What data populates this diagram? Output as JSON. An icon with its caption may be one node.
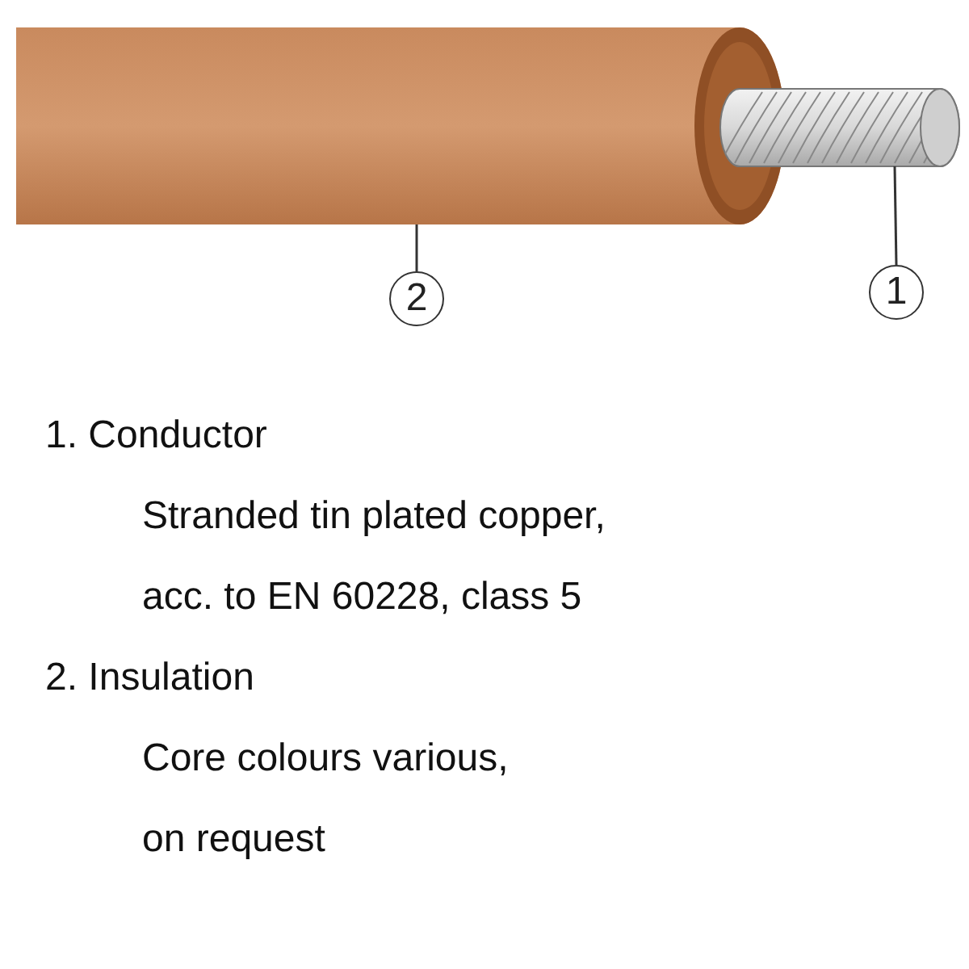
{
  "diagram": {
    "nodes": [
      {
        "text": [],
        "shape": "cylinder"
      },
      {
        "text": [],
        "shape": "cylinder"
      },
      {
        "text": [
          "2"
        ]
      },
      {
        "text": [
          "1"
        ]
      }
    ],
    "edges": [
      {
        "from": 2,
        "to": 0,
        "arrow": "none"
      },
      {
        "from": 3,
        "to": 1,
        "arrow": "none"
      }
    ],
    "labels": [
      "1. Conductor",
      "Stranded tin plated copper, acc. to EN 60228, class 5",
      "2. Insulation",
      "Core colours various, on request"
    ]
  }
}
